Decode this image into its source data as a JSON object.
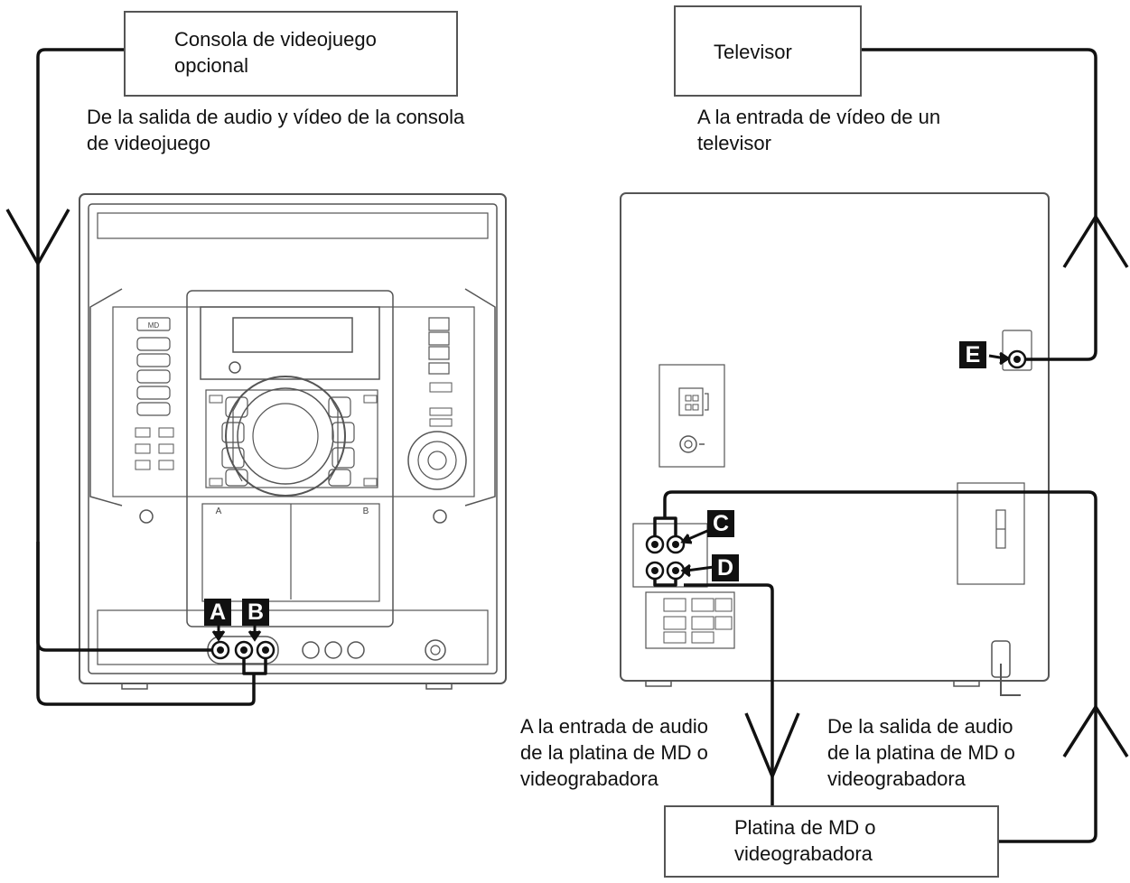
{
  "devices": {
    "console": {
      "label": "Consola de videojuego\nopcional"
    },
    "tv": {
      "label": "Televisor"
    },
    "md": {
      "label": "Platina de MD o\nvideograbadora"
    }
  },
  "captions": {
    "console_out": "De la salida de audio y vídeo de la consola\nde videojuego",
    "tv_in": "A la entrada de vídeo de un\ntelevisor",
    "md_in": "A la entrada de audio\nde la platina de MD o\nvideograbadora",
    "md_out": "De la salida de audio\nde la platina de MD o\nvideograbadora"
  },
  "jack_labels": {
    "a": "A",
    "b": "B",
    "c": "C",
    "d": "D",
    "e": "E"
  },
  "front_panel": {
    "md_button": "MD",
    "deck_a": "A",
    "deck_b": "B"
  },
  "colors": {
    "line": "#111111",
    "outline": "#555555",
    "tag": "#111111"
  }
}
